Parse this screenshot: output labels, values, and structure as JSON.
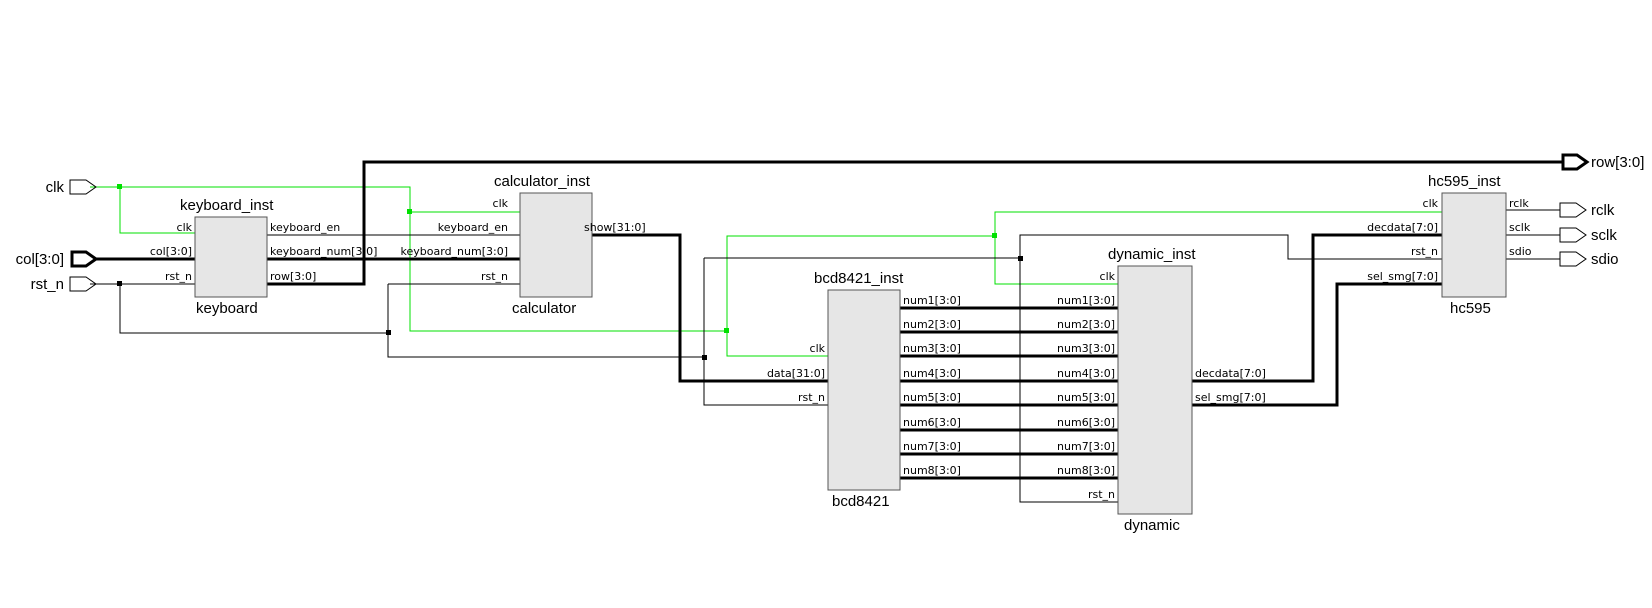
{
  "colors": {
    "clock_net": "#00e000",
    "block_fill": "#e6e6e6",
    "wire": "#000000"
  },
  "io": {
    "inputs": [
      "clk",
      "col[3:0]",
      "rst_n"
    ],
    "outputs": [
      "row[3:0]",
      "rclk",
      "sclk",
      "sdio"
    ]
  },
  "blocks": {
    "keyboard": {
      "inst": "keyboard_inst",
      "type": "keyboard",
      "in_ports": [
        "clk",
        "col[3:0]",
        "rst_n"
      ],
      "out_ports": [
        "keyboard_en",
        "keyboard_num[3:0]",
        "row[3:0]"
      ]
    },
    "calculator": {
      "inst": "calculator_inst",
      "type": "calculator",
      "in_ports": [
        "clk",
        "keyboard_en",
        "keyboard_num[3:0]",
        "rst_n"
      ],
      "out_ports": [
        "show[31:0]"
      ]
    },
    "bcd8421": {
      "inst": "bcd8421_inst",
      "type": "bcd8421",
      "in_ports": [
        "clk",
        "data[31:0]",
        "rst_n"
      ],
      "out_ports": [
        "num1[3:0]",
        "num2[3:0]",
        "num3[3:0]",
        "num4[3:0]",
        "num5[3:0]",
        "num6[3:0]",
        "num7[3:0]",
        "num8[3:0]"
      ]
    },
    "dynamic": {
      "inst": "dynamic_inst",
      "type": "dynamic",
      "in_ports": [
        "clk",
        "num1[3:0]",
        "num2[3:0]",
        "num3[3:0]",
        "num4[3:0]",
        "num5[3:0]",
        "num6[3:0]",
        "num7[3:0]",
        "num8[3:0]",
        "rst_n"
      ],
      "out_ports": [
        "decdata[7:0]",
        "sel_smg[7:0]"
      ]
    },
    "hc595": {
      "inst": "hc595_inst",
      "type": "hc595",
      "in_ports": [
        "clk",
        "decdata[7:0]",
        "rst_n",
        "sel_smg[7:0]"
      ],
      "out_ports": [
        "rclk",
        "sclk",
        "sdio"
      ]
    }
  }
}
